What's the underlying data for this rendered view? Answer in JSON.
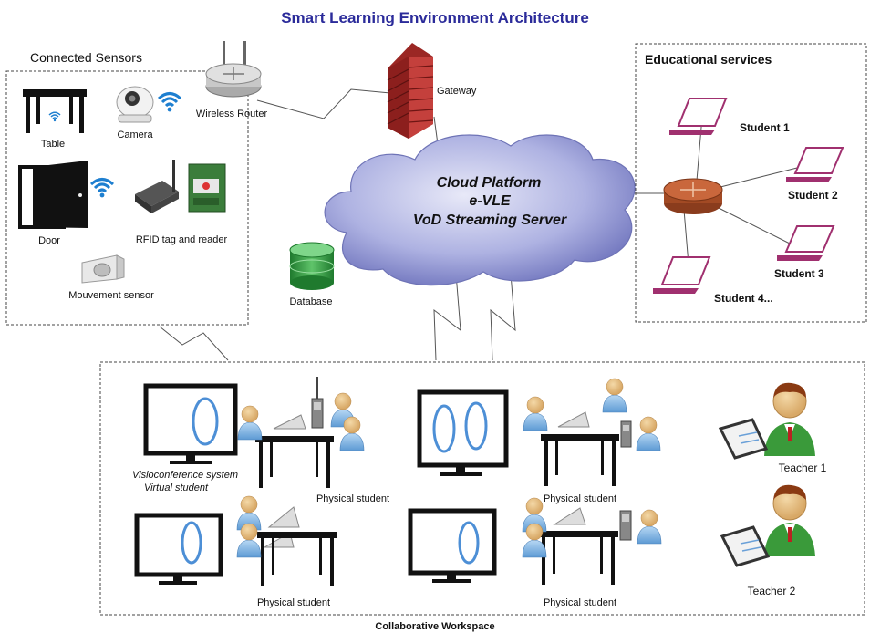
{
  "title": "Smart Learning Environment Architecture",
  "sensors": {
    "heading": "Connected Sensors",
    "table": "Table",
    "camera": "Camera",
    "door": "Door",
    "rfid": "RFID tag and reader",
    "motion": "Mouvement sensor"
  },
  "network": {
    "router": "Wireless Router",
    "gateway": "Gateway",
    "database": "Database"
  },
  "cloud": {
    "line1": "Cloud Platform",
    "line2": "e-VLE",
    "line3": "VoD Streaming Server"
  },
  "services": {
    "heading": "Educational services",
    "students": [
      "Student 1",
      "Student 2",
      "Student 3",
      "Student 4..."
    ]
  },
  "workspace": {
    "caption": "Collaborative Workspace",
    "visio_line1": "Visioconference system",
    "visio_line2": "Virtual student",
    "physical_student": "Physical student",
    "teacher1": "Teacher 1",
    "teacher2": "Teacher 2"
  },
  "colors": {
    "title": "#2b2b9a",
    "cloud": "#8e93cf",
    "firewall": "#b5302e",
    "database": "#2a8d3a",
    "laptop": "#a0306f",
    "router_hub": "#b0532c",
    "person": "#7fb2e0",
    "teacher_shirt": "#3a9a3a"
  }
}
